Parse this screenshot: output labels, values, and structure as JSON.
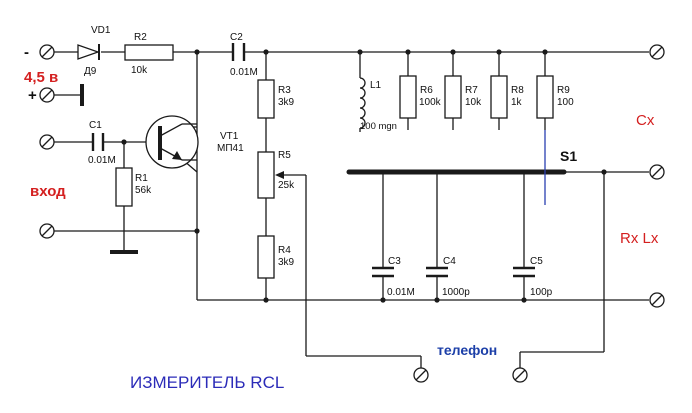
{
  "labels": {
    "minus": "-",
    "plus": "+",
    "voltage": "4,5 в",
    "input": "вход",
    "title": "ИЗМЕРИТЕЛЬ RCL",
    "phone": "телефон",
    "cx": "Cx",
    "rxlx": "Rx Lx",
    "switch": "S1"
  },
  "components": {
    "vd1": {
      "name": "VD1",
      "type": "Д9"
    },
    "r2": {
      "name": "R2",
      "value": "10k"
    },
    "c2": {
      "name": "C2",
      "value": "0.01M"
    },
    "c1": {
      "name": "C1",
      "value": "0.01M"
    },
    "r1": {
      "name": "R1",
      "value": "56k"
    },
    "vt1": {
      "name": "VT1",
      "type": "МП41"
    },
    "r3": {
      "name": "R3",
      "value": "3k9"
    },
    "r5": {
      "name": "R5",
      "value": "25k"
    },
    "r4": {
      "name": "R4",
      "value": "3k9"
    },
    "l1": {
      "name": "L1",
      "value": "100 mgn"
    },
    "r6": {
      "name": "R6",
      "value": "100k"
    },
    "r7": {
      "name": "R7",
      "value": "10k"
    },
    "r8": {
      "name": "R8",
      "value": "1k"
    },
    "r9": {
      "name": "R9",
      "value": "100"
    },
    "c3": {
      "name": "C3",
      "value": "0.01M"
    },
    "c4": {
      "name": "C4",
      "value": "1000p"
    },
    "c5": {
      "name": "C5",
      "value": "100p"
    }
  },
  "colors": {
    "wire": "#1a1a1a",
    "red_text": "#d42020",
    "blue_text": "#1c3fa8",
    "title_text": "#2b2bb8",
    "switch_contact": "#2a3fb0"
  }
}
